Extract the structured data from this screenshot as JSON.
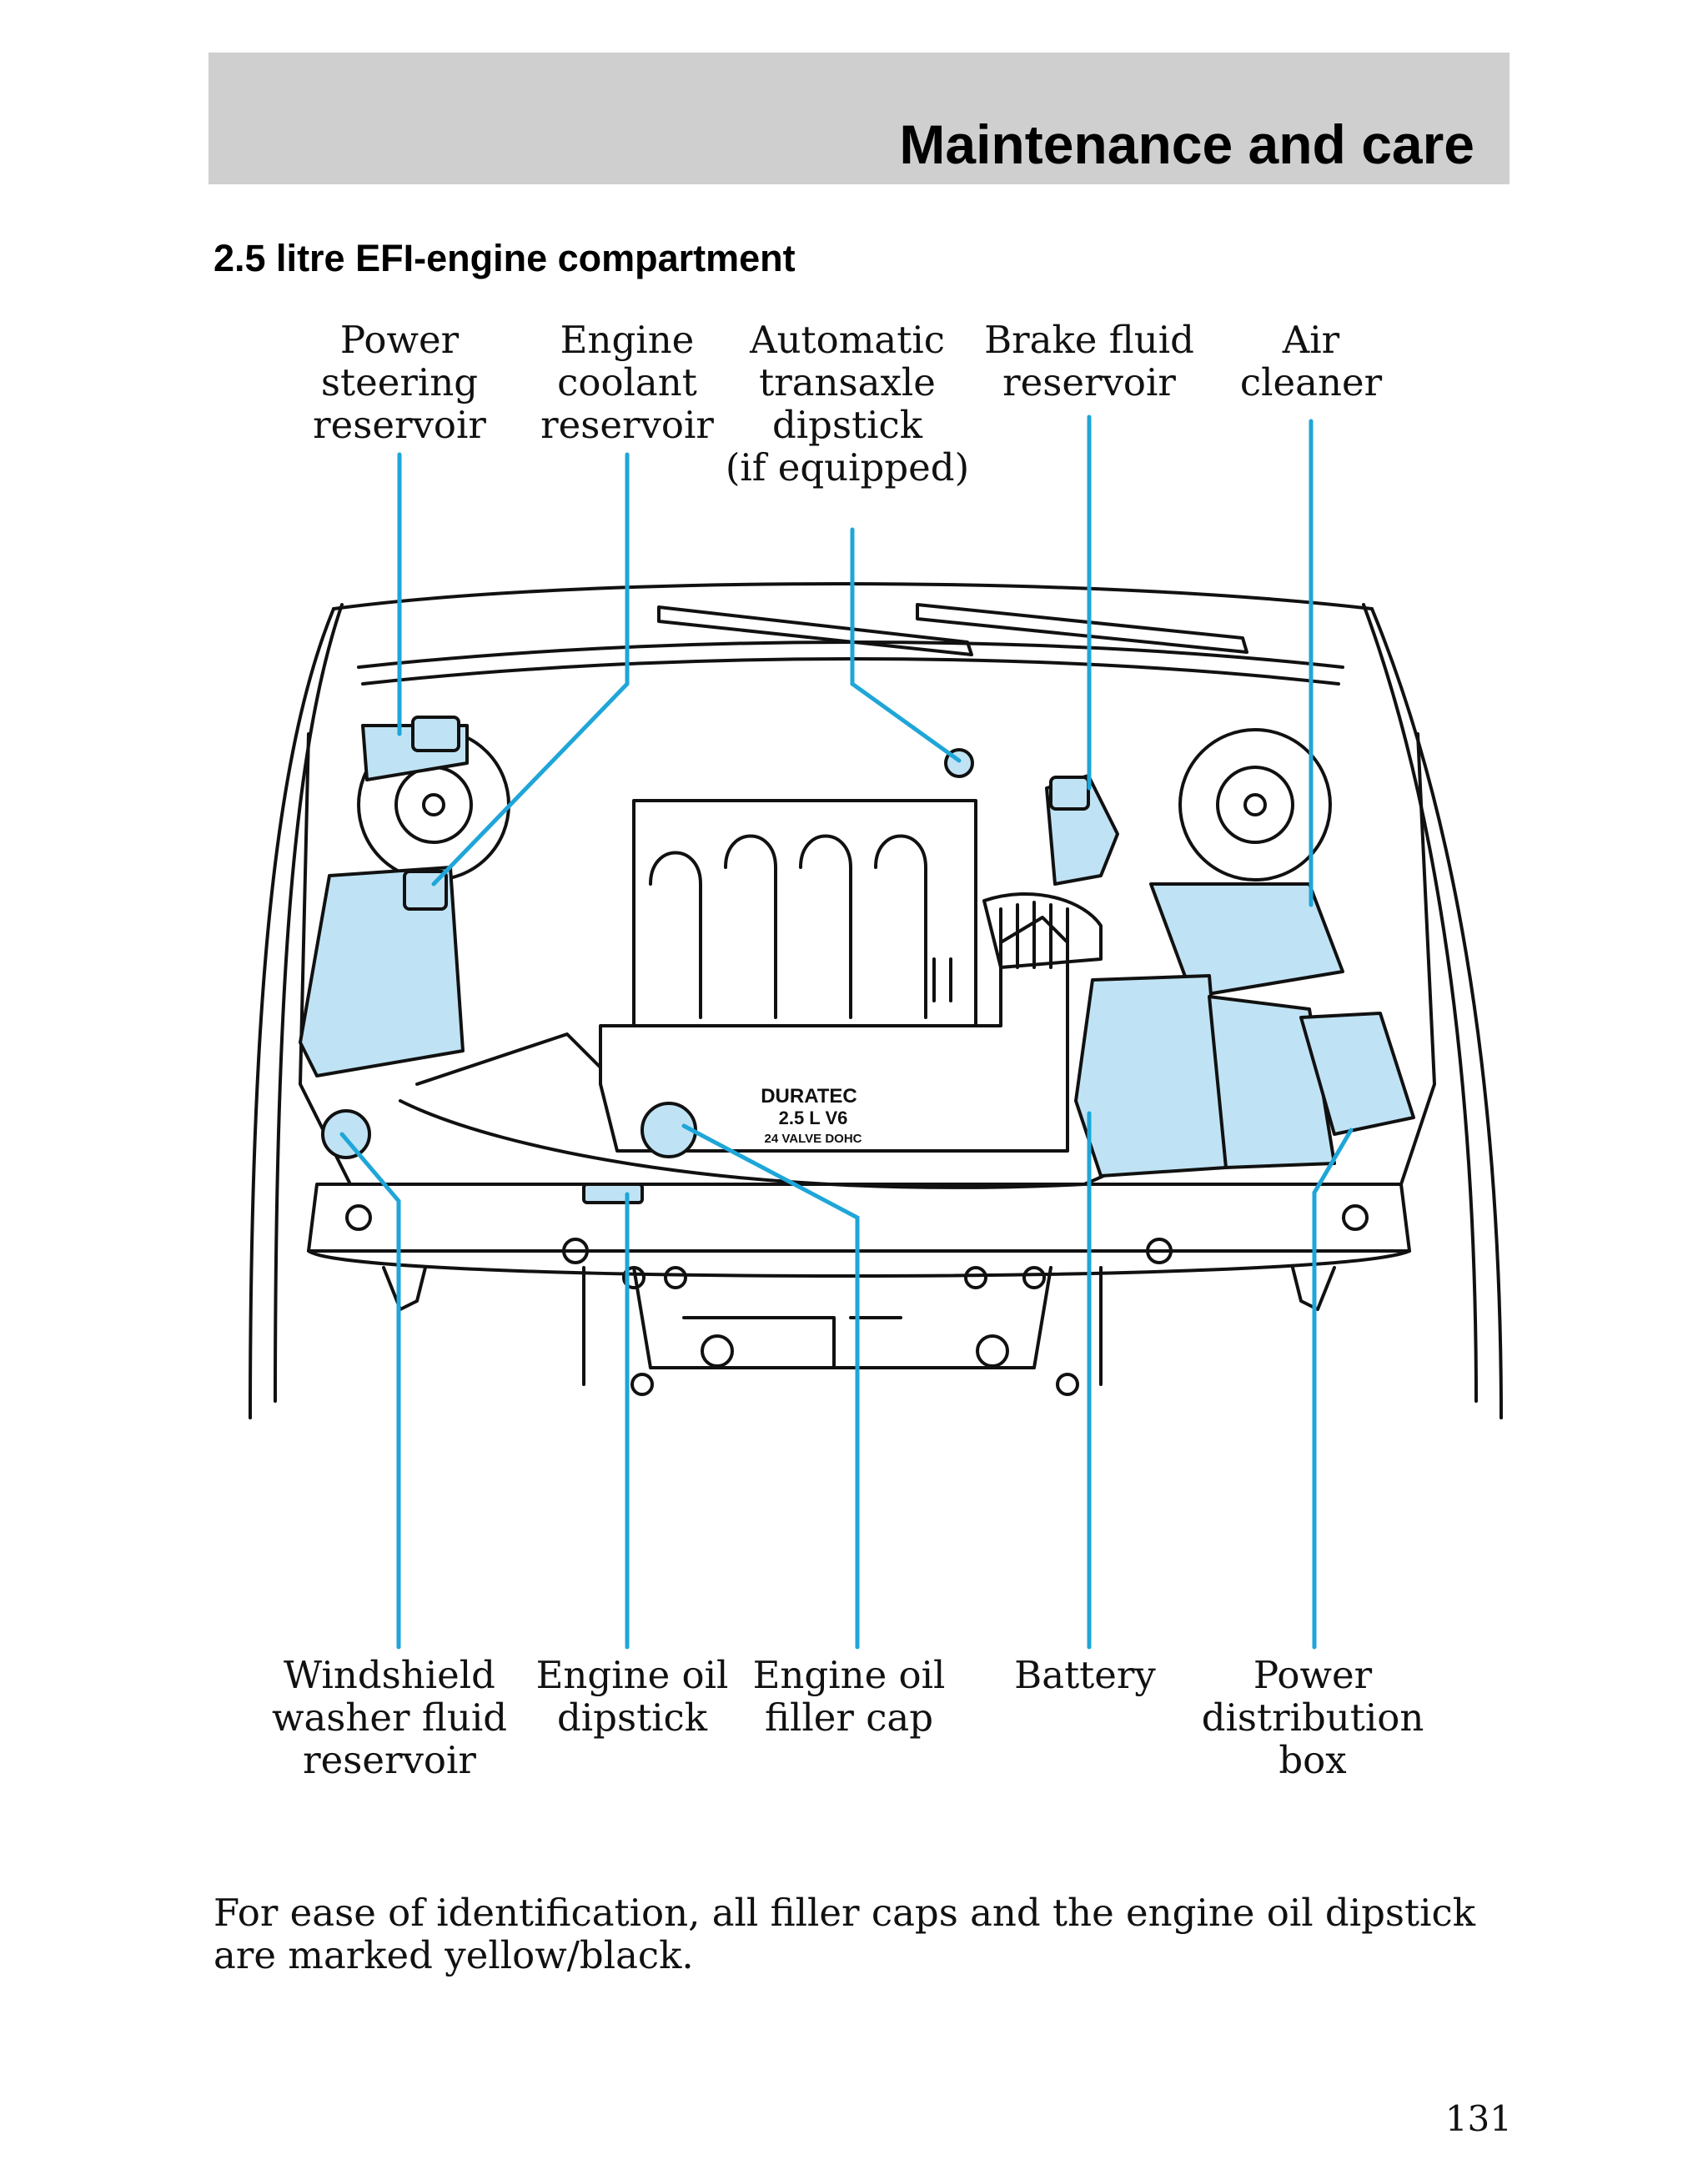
{
  "header": {
    "title": "Maintenance and care"
  },
  "section": {
    "heading": "2.5 litre EFI-engine compartment"
  },
  "callouts_top": [
    {
      "lines": [
        "Power",
        "steering",
        "reservoir"
      ]
    },
    {
      "lines": [
        "Engine",
        "coolant",
        "reservoir"
      ]
    },
    {
      "lines": [
        "Automatic",
        "transaxle",
        "dipstick",
        "(if equipped)"
      ]
    },
    {
      "lines": [
        "Brake fluid",
        "reservoir"
      ]
    },
    {
      "lines": [
        "Air",
        "cleaner"
      ]
    }
  ],
  "callouts_bottom": [
    {
      "lines": [
        "Windshield",
        "washer fluid",
        "reservoir"
      ]
    },
    {
      "lines": [
        "Engine oil",
        "dipstick"
      ]
    },
    {
      "lines": [
        "Engine oil",
        "filler cap"
      ]
    },
    {
      "lines": [
        "Battery"
      ]
    },
    {
      "lines": [
        "Power",
        "distribution",
        "box"
      ]
    }
  ],
  "engine_label": {
    "line1": "DURATEC",
    "line2": "2.5 L  V6",
    "line3": "24 VALVE DOHC"
  },
  "body": {
    "text": "For ease of identification, all filler caps and the engine oil dipstick are marked yellow/black."
  },
  "page": {
    "number": "131"
  },
  "colors": {
    "header_band": "#cfcfcf",
    "leader_line": "#1fa6d8",
    "component_fill": "#bfe3f4",
    "line_art": "#111111"
  }
}
